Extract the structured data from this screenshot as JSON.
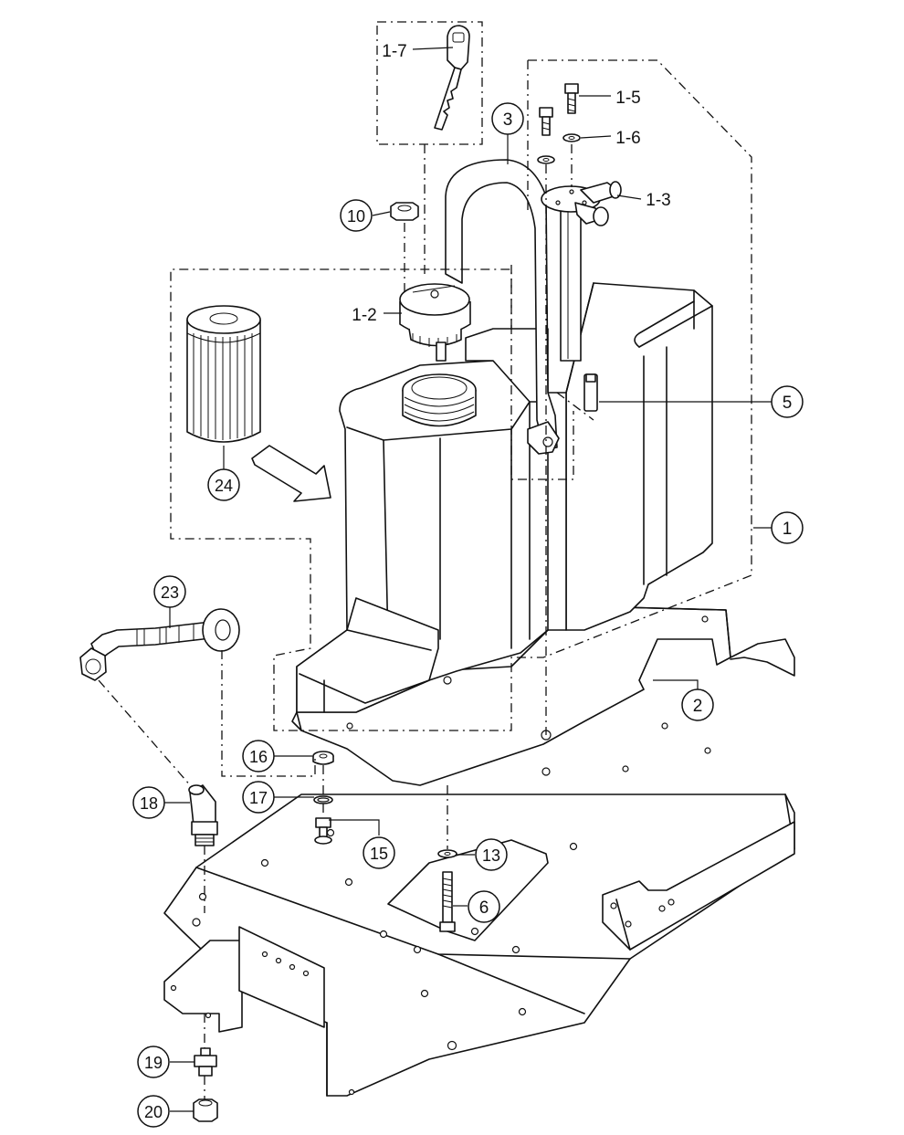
{
  "callouts": {
    "c1_7": "1-7",
    "c1_5": "1-5",
    "c1_6": "1-6",
    "c1_3": "1-3",
    "c1_2": "1-2",
    "c3": "3",
    "c10": "10",
    "c5": "5",
    "c1": "1",
    "c24": "24",
    "c23": "23",
    "c2": "2",
    "c16": "16",
    "c17": "17",
    "c18": "18",
    "c15": "15",
    "c13": "13",
    "c6": "6",
    "c19": "19",
    "c20": "20"
  }
}
